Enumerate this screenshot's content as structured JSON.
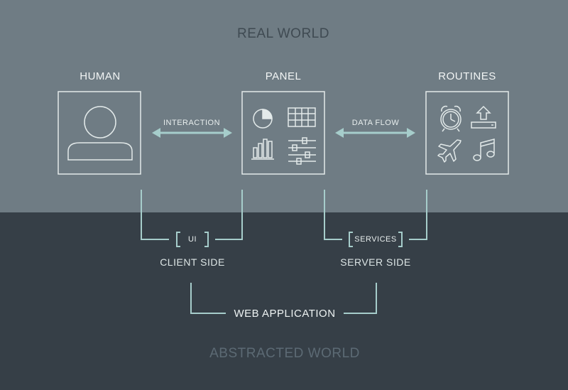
{
  "regions": {
    "real_world": "REAL WORLD",
    "abstracted_world": "ABSTRACTED WORLD"
  },
  "nodes": {
    "human": {
      "title": "HUMAN",
      "icon": "person-icon"
    },
    "panel": {
      "title": "PANEL",
      "icons": [
        "pie-chart-icon",
        "table-grid-icon",
        "bar-chart-icon",
        "sliders-icon"
      ]
    },
    "routines": {
      "title": "ROUTINES",
      "icons": [
        "alarm-clock-icon",
        "upload-icon",
        "airplane-icon",
        "music-note-icon"
      ]
    }
  },
  "arrows": {
    "interaction": "INTERACTION",
    "data_flow": "DATA FLOW"
  },
  "brackets": {
    "ui": "UI",
    "services": "SERVICES",
    "client_side": "CLIENT SIDE",
    "server_side": "SERVER SIDE",
    "web_application": "WEB APPLICATION"
  },
  "colors": {
    "real_world_bg": "#6f7c84",
    "abstracted_world_bg": "#363f47",
    "line_color": "#a6cdcb",
    "box_border": "#e3eaea"
  }
}
